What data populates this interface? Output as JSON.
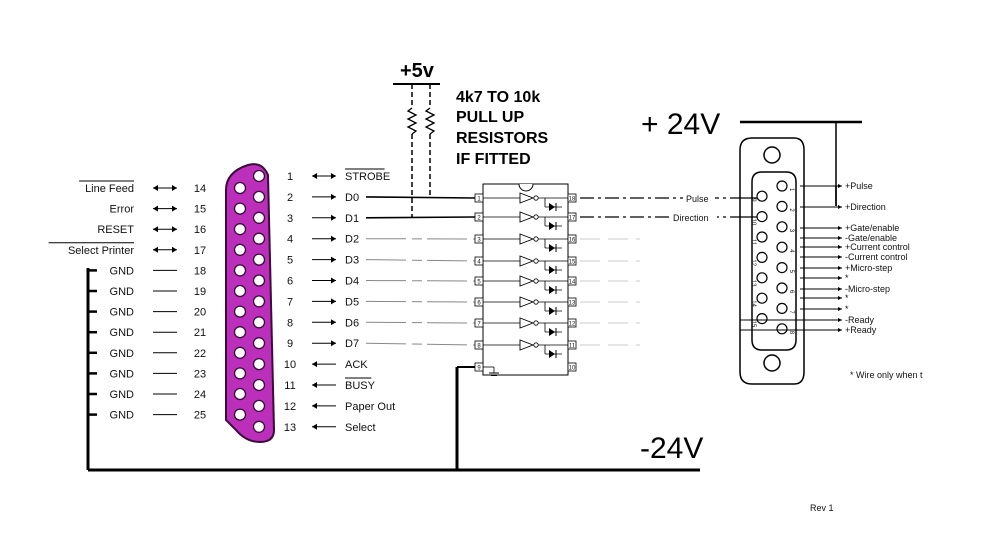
{
  "supply": {
    "plus5": "+5v",
    "resistor_note": [
      "4k7 TO 10k",
      "PULL UP",
      "RESISTORS",
      "IF FITTED"
    ],
    "plus24": "+ 24V",
    "minus24": "-24V"
  },
  "parallel_port": {
    "left_pins": [
      {
        "num": "14",
        "name": "Line Feed",
        "overbar": true,
        "arrow": "both"
      },
      {
        "num": "15",
        "name": "Error",
        "overbar": false,
        "arrow": "both"
      },
      {
        "num": "16",
        "name": "RESET",
        "overbar": false,
        "arrow": "both"
      },
      {
        "num": "17",
        "name": "Select Printer",
        "overbar": true,
        "arrow": "both"
      },
      {
        "num": "18",
        "name": "GND",
        "overbar": false,
        "arrow": "none"
      },
      {
        "num": "19",
        "name": "GND",
        "overbar": false,
        "arrow": "none"
      },
      {
        "num": "20",
        "name": "GND",
        "overbar": false,
        "arrow": "none"
      },
      {
        "num": "21",
        "name": "GND",
        "overbar": false,
        "arrow": "none"
      },
      {
        "num": "22",
        "name": "GND",
        "overbar": false,
        "arrow": "none"
      },
      {
        "num": "23",
        "name": "GND",
        "overbar": false,
        "arrow": "none"
      },
      {
        "num": "24",
        "name": "GND",
        "overbar": false,
        "arrow": "none"
      },
      {
        "num": "25",
        "name": "GND",
        "overbar": false,
        "arrow": "none"
      }
    ],
    "right_pins": [
      {
        "num": "1",
        "name": "STROBE",
        "overbar": true,
        "arrow": "both"
      },
      {
        "num": "2",
        "name": "D0",
        "overbar": false,
        "arrow": "right"
      },
      {
        "num": "3",
        "name": "D1",
        "overbar": false,
        "arrow": "right"
      },
      {
        "num": "4",
        "name": "D2",
        "overbar": false,
        "arrow": "right"
      },
      {
        "num": "5",
        "name": "D3",
        "overbar": false,
        "arrow": "right"
      },
      {
        "num": "6",
        "name": "D4",
        "overbar": false,
        "arrow": "right"
      },
      {
        "num": "7",
        "name": "D5",
        "overbar": false,
        "arrow": "right"
      },
      {
        "num": "8",
        "name": "D6",
        "overbar": false,
        "arrow": "right"
      },
      {
        "num": "9",
        "name": "D7",
        "overbar": false,
        "arrow": "right"
      },
      {
        "num": "10",
        "name": "ACK",
        "overbar": false,
        "arrow": "left"
      },
      {
        "num": "11",
        "name": "BUSY",
        "overbar": true,
        "arrow": "left"
      },
      {
        "num": "12",
        "name": "Paper Out",
        "overbar": false,
        "arrow": "left"
      },
      {
        "num": "13",
        "name": "Select",
        "overbar": false,
        "arrow": "left"
      }
    ]
  },
  "buffer_ic": {
    "left_pins": [
      "1",
      "2",
      "3",
      "4",
      "5",
      "6",
      "7",
      "8",
      "9"
    ],
    "right_pins": [
      "18",
      "17",
      "16",
      "15",
      "14",
      "13",
      "12",
      "11",
      "10"
    ]
  },
  "signal_labels": {
    "pulse": "Pulse",
    "direction": "Direction"
  },
  "dsub15": {
    "pin_labels": [
      "1",
      "9",
      "2",
      "10",
      "3",
      "11",
      "4",
      "12",
      "5",
      "13",
      "6",
      "14",
      "7",
      "15",
      "8"
    ],
    "signals": [
      "+Pulse",
      "+Direction",
      "+Gate/enable",
      "-Gate/enable",
      "+Current  control",
      "-Current  control",
      "+Micro-step",
      "*",
      "-Micro-step",
      "*",
      "*",
      "-Ready",
      "+Ready"
    ],
    "note": "* Wire only when t"
  },
  "revision": "Rev 1",
  "colors": {
    "connector_fill": "#bb2fbb",
    "connector_outline": "#3a0d3a",
    "line": "#000000"
  }
}
